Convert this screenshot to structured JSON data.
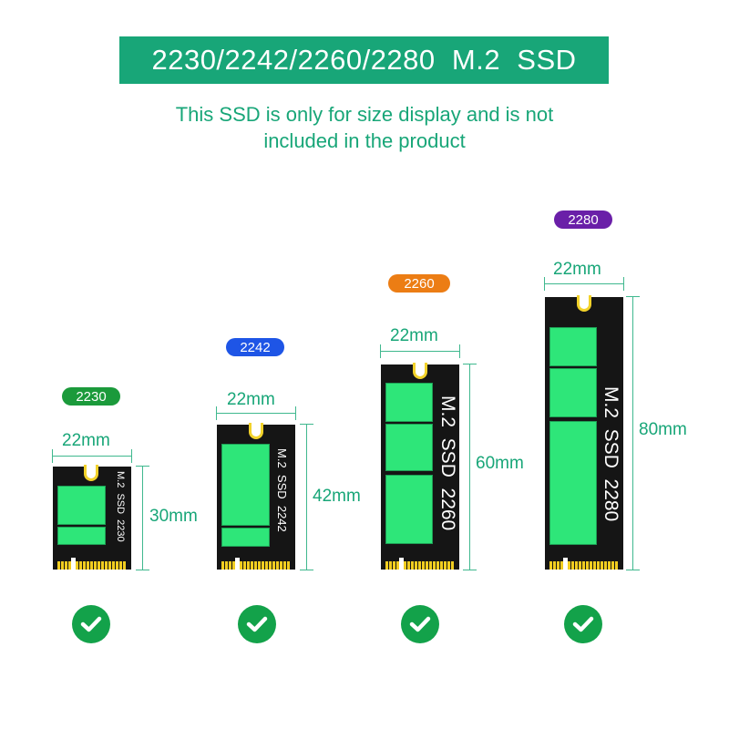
{
  "header": {
    "title": "2230/2242/2260/2280  M.2  SSD",
    "subtitle_line1": "This SSD is only for size display and is not",
    "subtitle_line2": "included in the product"
  },
  "colors": {
    "brand_green": "#18a678",
    "tag_2230": "#1b9a3b",
    "tag_2242": "#1e55e6",
    "tag_2260": "#ec7d14",
    "tag_2280": "#6a1fa8",
    "check_green": "#13a24a",
    "pad_green": "#2ee679"
  },
  "ssds": [
    {
      "tag": "2230",
      "width_label": "22mm",
      "height_label": "30mm",
      "card_label": "M.2  SSD  2230"
    },
    {
      "tag": "2242",
      "width_label": "22mm",
      "height_label": "42mm",
      "card_label": "M.2  SSD  2242"
    },
    {
      "tag": "2260",
      "width_label": "22mm",
      "height_label": "60mm",
      "card_label": "M.2  SSD  2260"
    },
    {
      "tag": "2280",
      "width_label": "22mm",
      "height_label": "80mm",
      "card_label": "M.2  SSD  2280"
    }
  ],
  "icons": {
    "compatible": "check-circle-icon",
    "notch": "screw-notch-icon"
  }
}
